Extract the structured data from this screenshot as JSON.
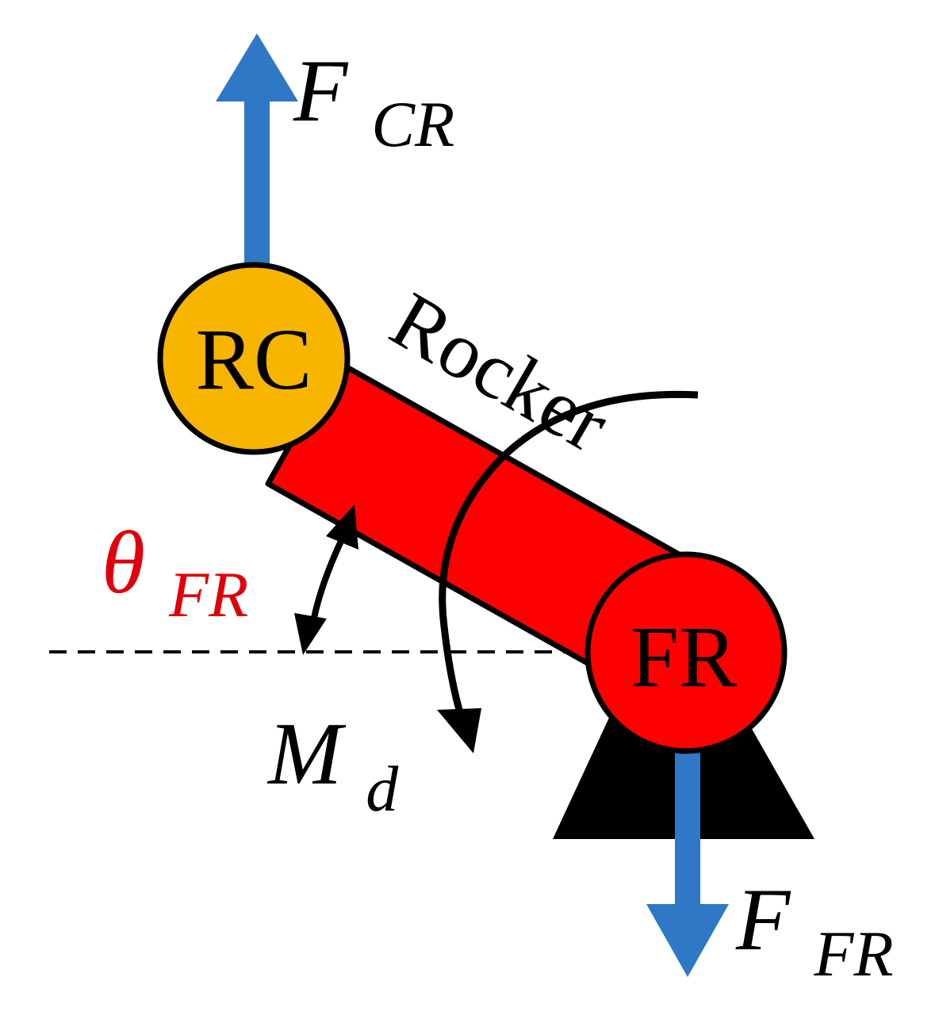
{
  "colors": {
    "force_arrow": "#2E78C6",
    "rocker_body": "#FF0000",
    "rc_joint": "#F7B500",
    "fr_joint": "#FF0000",
    "angle_label": "#E0000B",
    "outline": "#000000",
    "support": "#000000",
    "background": "#FFFFFF"
  },
  "labels": {
    "rc_joint": "RC",
    "fr_joint": "FR",
    "rocker": "Rocker",
    "force_top": {
      "main": "F",
      "sub": "CR"
    },
    "force_bottom": {
      "main": "F",
      "sub": "FR"
    },
    "angle": {
      "main": "θ",
      "sub": "FR"
    },
    "moment": {
      "main": "M",
      "sub": "d"
    }
  }
}
